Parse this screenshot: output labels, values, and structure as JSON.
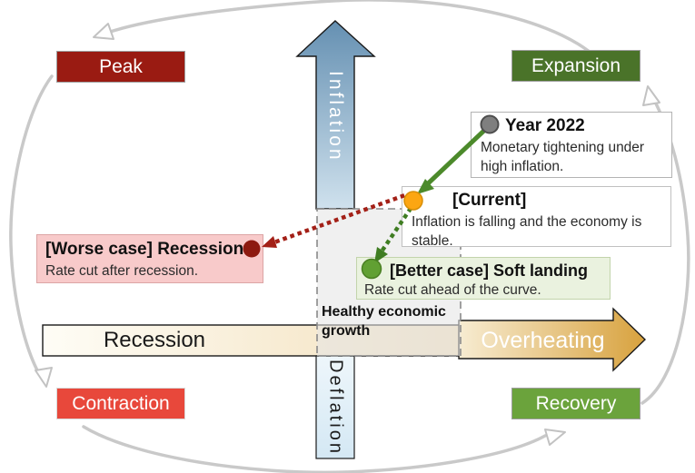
{
  "quadrants": {
    "peak": "Peak",
    "expansion": "Expansion",
    "contraction": "Contraction",
    "recovery": "Recovery"
  },
  "axes": {
    "up": "Inflation",
    "down": "Deflation",
    "left": "Recession",
    "right": "Overheating"
  },
  "zone": {
    "label": "Healthy economic growth"
  },
  "annotations": {
    "year2022": {
      "title": "Year 2022",
      "body": "Monetary tightening under high inflation."
    },
    "current": {
      "title": "[Current]",
      "body": "Inflation is falling and the economy is stable."
    },
    "better": {
      "title": "[Better case] Soft landing",
      "body": "Rate cut ahead of the curve."
    },
    "worse": {
      "title": "[Worse case] Recession",
      "body": "Rate cut after recession."
    }
  },
  "colors": {
    "peak_bg": "#9a1b12",
    "expansion_bg": "#4a7329",
    "contraction_bg": "#e8483b",
    "recovery_bg": "#6ba33c",
    "inflation_arrow_top": "#6590b2",
    "inflation_arrow_bottom": "#cfe1ed",
    "deflation_bar": "#dcedf7",
    "recession_bar_left": "#fefdf6",
    "recession_bar_right": "#f3dfba",
    "overheating_left": "#f7ecd2",
    "overheating_right": "#d8a23e",
    "worse_box_bg": "#f8caca",
    "better_box_bg": "#eaf2df",
    "dot_year2022": "#7f7f7f",
    "dot_current": "#fca612",
    "dot_better": "#61a033",
    "dot_worse": "#8d1a10",
    "arrow_solid_green": "#4c8a2b",
    "arrow_dotted_green": "#3f7d22",
    "arrow_dotted_red": "#a32017",
    "cycle_arrow_gray": "#c9c9c9"
  }
}
